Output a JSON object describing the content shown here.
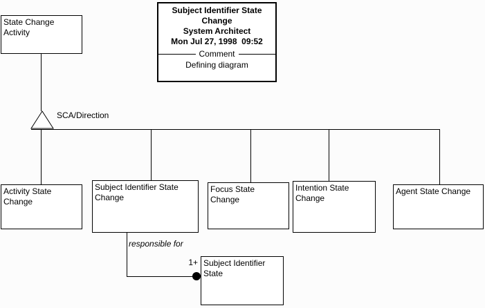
{
  "page": {
    "background": "#fcfcfc",
    "line_color": "#000000",
    "box_fill": "#ffffff"
  },
  "doc_block": {
    "diagram_title": "Subject Identifier State Change",
    "tool_name": "System Architect",
    "timestamp": "Mon Jul 27, 1998  09:52",
    "divider_label": "Comment",
    "comment_text": "Defining diagram"
  },
  "supertype": {
    "label": "State Change Activity"
  },
  "subtype_connector": {
    "label": "SCA/Direction"
  },
  "subtypes": [
    {
      "label": "Activity State Change"
    },
    {
      "label": "Subject Identifier State Change"
    },
    {
      "label": "Focus State Change"
    },
    {
      "label": "Intention State Change"
    },
    {
      "label": "Agent State Change"
    }
  ],
  "relationship": {
    "label": "responsible for",
    "cardinality": "1+",
    "target": {
      "label": "Subject Identifier State"
    }
  }
}
